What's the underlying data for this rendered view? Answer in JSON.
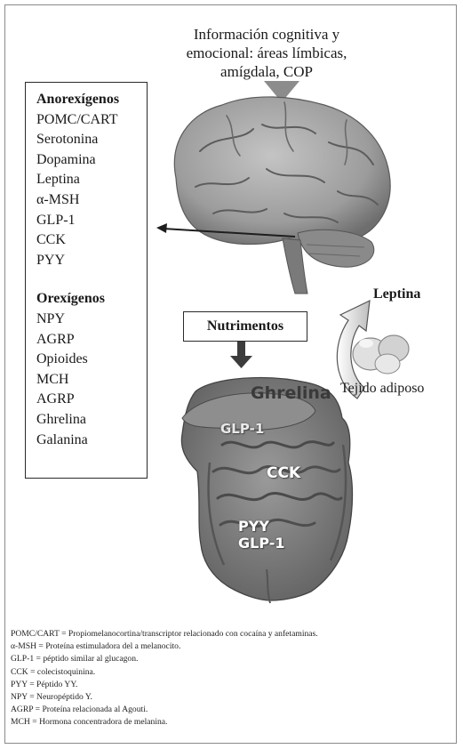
{
  "header": {
    "lines": [
      "Información cognitiva y",
      "emocional: áreas límbicas,",
      "amígdala, COP"
    ]
  },
  "anorexigenic": {
    "title": "Anorexígenos",
    "items": [
      "POMC/CART",
      "Serotonina",
      "Dopamina",
      "Leptina",
      "α-MSH",
      "GLP-1",
      "CCK",
      "PYY"
    ]
  },
  "orexigenic": {
    "title": "Orexígenos",
    "items": [
      "NPY",
      "AGRP",
      "Opioides",
      "MCH",
      "AGRP",
      "Ghrelina",
      "Galanina"
    ]
  },
  "nutrients_label": "Nutrimentos",
  "leptin_label": "Leptina",
  "adipose_label": "Tejido adiposo",
  "gut_labels": {
    "ghrelin": "Ghrelina",
    "glp1_upper": "GLP-1",
    "cck": "CCK",
    "pyy": "PYY",
    "glp1_lower": "GLP-1"
  },
  "legend": [
    "POMC/CART = Propiomelanocortina/transcriptor relacionado con cocaína y anfetaminas.",
    "α-MSH = Proteína estimuladora del a melanocito.",
    "GLP-1 = péptido similar al glucagon.",
    "CCK = colecistoquinina.",
    "PYY = Péptido YY.",
    "NPY = Neuropéptido Y.",
    "AGRP = Proteína relacionada al Agouti.",
    "MCH = Hormona concentradora de melanina."
  ],
  "colors": {
    "brain": "#a3a3a3",
    "gut": "#7d7d7d",
    "frame": "#8a8a8a",
    "arrow_dark": "#3c3c3c"
  }
}
